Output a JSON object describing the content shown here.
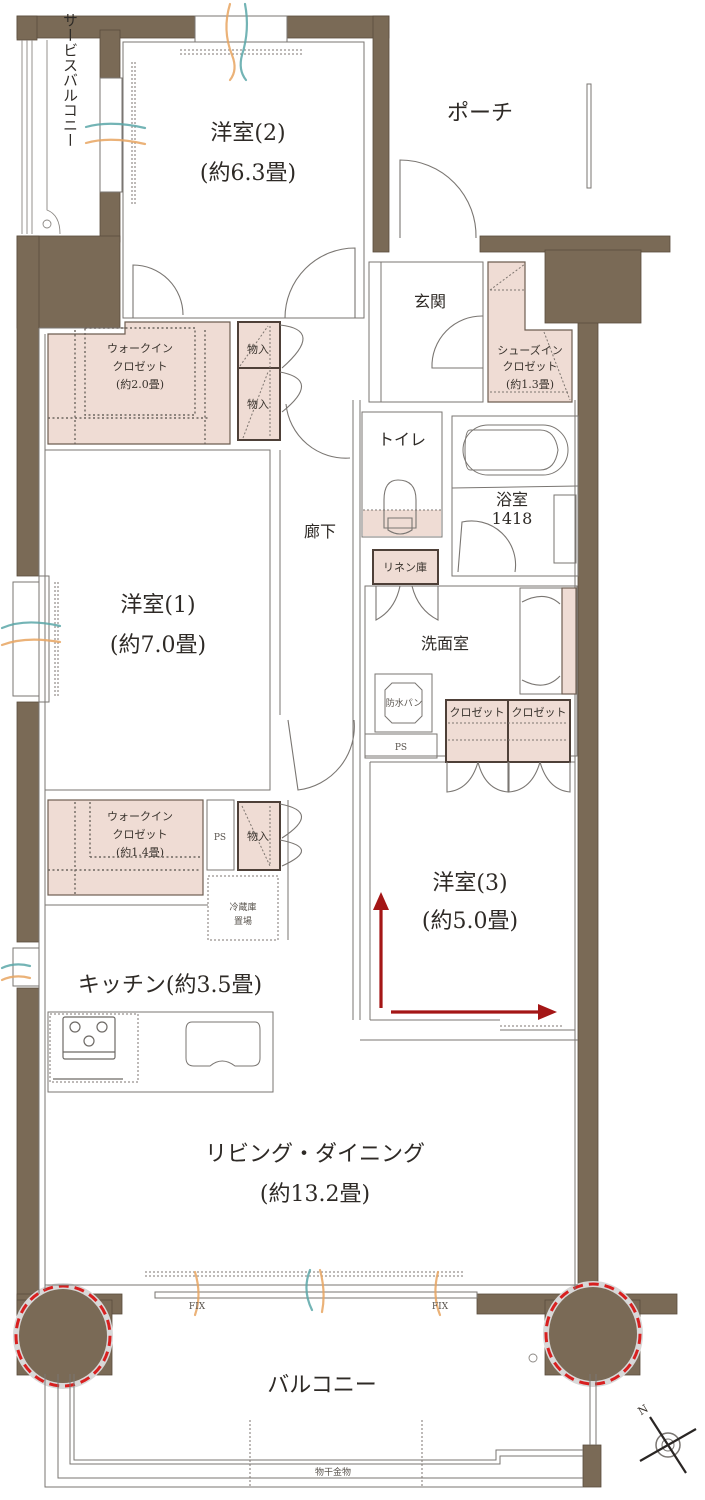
{
  "floor_plan": {
    "colors": {
      "wall": "#7a6a56",
      "storage_fill": "#efdcd4",
      "highlight_red": "#d82020",
      "arrow_red": "#a41616",
      "wind_teal": "#5aa7a8",
      "wind_orange": "#e8a460"
    },
    "rooms": {
      "service_balcony": {
        "label": "サービスバルコニー"
      },
      "western_room_2": {
        "name": "洋室(2)",
        "area": "(約6.3畳)"
      },
      "porch": {
        "label": "ポーチ"
      },
      "entrance": {
        "label": "玄関"
      },
      "shoes_in_closet": {
        "line1": "シューズイン",
        "line2": "クロゼット",
        "area": "(約1.3畳)"
      },
      "walk_in_closet_1": {
        "line1": "ウォークイン",
        "line2": "クロゼット",
        "area": "(約2.0畳)"
      },
      "storage_1": {
        "label": "物入"
      },
      "storage_2": {
        "label": "物入"
      },
      "toilet": {
        "label": "トイレ"
      },
      "bathroom": {
        "label": "浴室",
        "size": "1418"
      },
      "hallway": {
        "label": "廊下"
      },
      "linen_closet": {
        "label": "リネン庫"
      },
      "western_room_1": {
        "name": "洋室(1)",
        "area": "(約7.0畳)"
      },
      "washroom": {
        "label": "洗面室"
      },
      "waterproof_pan": {
        "label": "防水パン"
      },
      "ps_upper": {
        "label": "PS"
      },
      "closet_a": {
        "label": "クロゼット"
      },
      "closet_b": {
        "label": "クロゼット"
      },
      "walk_in_closet_2": {
        "line1": "ウォークイン",
        "line2": "クロゼット",
        "area": "(約1.4畳)"
      },
      "ps_lower": {
        "label": "PS"
      },
      "storage_3": {
        "label": "物入"
      },
      "fridge_space": {
        "line1": "冷蔵庫",
        "line2": "置場"
      },
      "western_room_3": {
        "name": "洋室(3)",
        "area": "(約5.0畳)"
      },
      "kitchen": {
        "label": "キッチン(約3.5畳)"
      },
      "living_dining": {
        "name": "リビング・ダイニング",
        "area": "(約13.2畳)"
      },
      "balcony": {
        "label": "バルコニー"
      },
      "drying_hardware": {
        "label": "物干金物"
      }
    },
    "window_labels": {
      "fix_left": "FIX",
      "fix_right": "FIX"
    },
    "compass": {
      "label": "N"
    }
  }
}
